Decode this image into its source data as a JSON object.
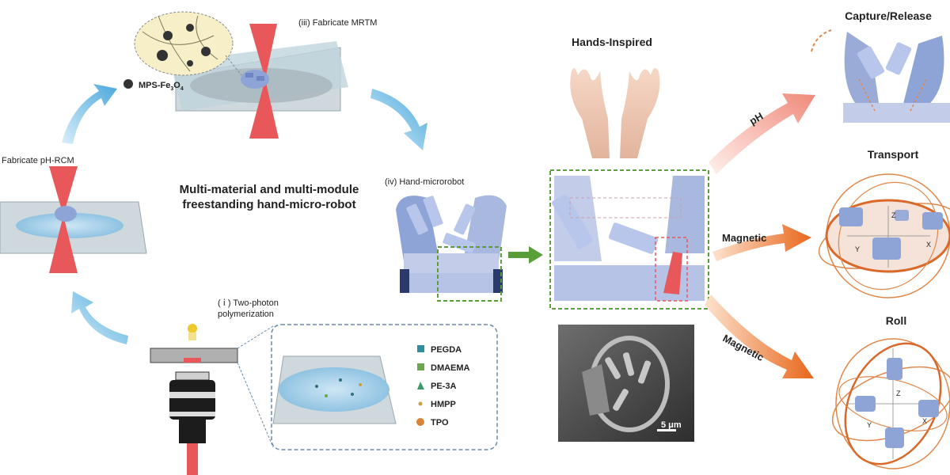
{
  "labels": {
    "step_iii": "(iii) Fabricate MRTM",
    "mps": "MPS-Fe",
    "mps_sub3": "3",
    "mps_o": "O",
    "mps_sub4": "4",
    "step_ii": "Fabricate pH-RCM",
    "center_title_1": "Multi-material and multi-module",
    "center_title_2": "freestanding hand-micro-robot",
    "step_iv": "(iv) Hand-microrobot",
    "step_i_1": "( ⅰ ) Two-photon",
    "step_i_2": "polymerization",
    "hands_inspired": "Hands-Inspired",
    "scale_bar": "5 μm",
    "arrow_ph": "pH",
    "arrow_magnetic_1": "Magnetic",
    "arrow_magnetic_2": "Magnetic",
    "capture_release": "Capture/Release",
    "transport": "Transport",
    "roll": "Roll",
    "axis_z1": "Z",
    "axis_y1": "Y",
    "axis_x1": "X",
    "axis_z2": "Z",
    "axis_y2": "Y",
    "axis_x2": "X"
  },
  "legend": [
    {
      "label": "PEGDA",
      "color": "#2f8fa0"
    },
    {
      "label": "DMAEMA",
      "color": "#6aa84f"
    },
    {
      "label": "PE-3A",
      "color": "#3a9a6a"
    },
    {
      "label": "HMPP",
      "color": "#c8a040"
    },
    {
      "label": "TPO",
      "color": "#d9823a"
    }
  ],
  "colors": {
    "laser": "#e8585a",
    "flow_arrow": "#5ab4e0",
    "green_arrow": "#5a9e3a",
    "ph_arrow": "#f0a090",
    "magnetic_arrow": "#e8782a",
    "robot": "#a9b8de",
    "orbit": "#e0874a"
  }
}
